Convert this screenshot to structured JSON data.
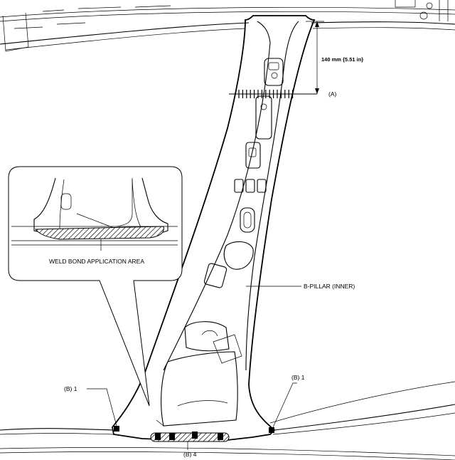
{
  "labels": {
    "dimension": "140 mm {5.51 in}",
    "ref_a": "(A)",
    "weld_bond": "WELD BOND APPLICATION AREA",
    "part_name": "B-PILLAR (INNER)",
    "b_left": "(B) 1",
    "b_right": "(B) 1",
    "b_bottom": "(B) 4"
  }
}
